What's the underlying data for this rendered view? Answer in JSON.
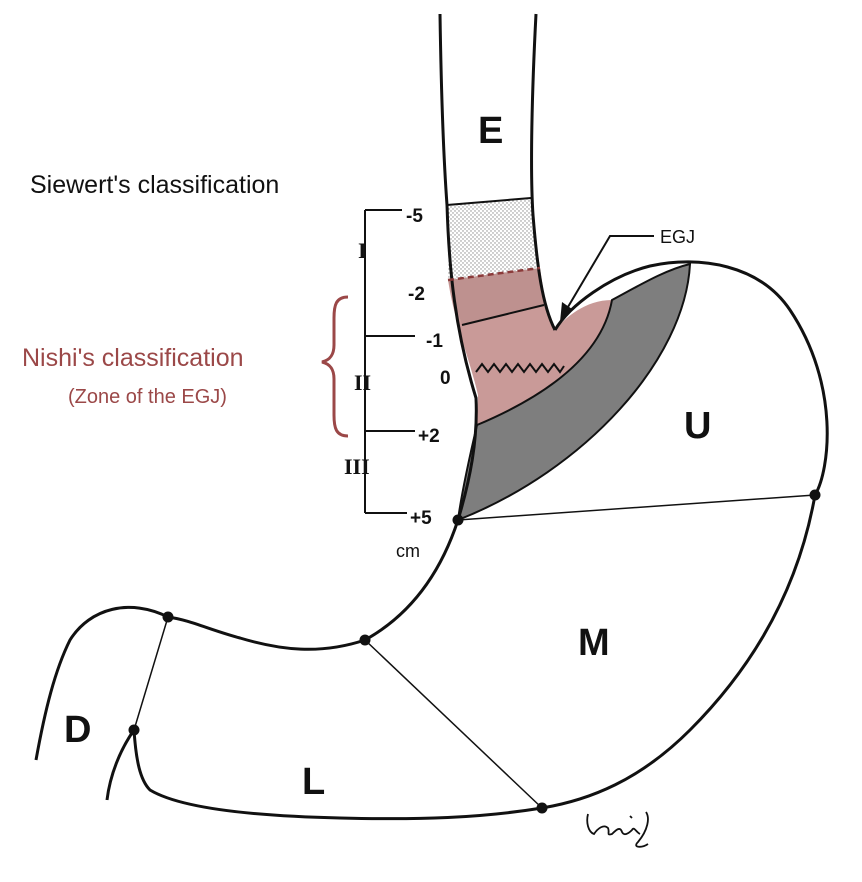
{
  "title": "Siewert's classification",
  "nishi": {
    "label": "Nishi's classification",
    "sublabel": "(Zone of the EGJ)"
  },
  "egj_label": "EGJ",
  "unit": "cm",
  "ticks": [
    "-5",
    "-2",
    "-1",
    "0",
    "+2",
    "+5"
  ],
  "siewert_types": [
    "I",
    "II",
    "III"
  ],
  "regions": [
    "E",
    "U",
    "M",
    "L",
    "D"
  ],
  "colors": {
    "nishi_accent": "#9b4848",
    "nishi_zone": "#c99a98",
    "stomach_band": "#7e7e7e",
    "esophagus_dots": "#bdbdbd",
    "outline": "#111111"
  }
}
